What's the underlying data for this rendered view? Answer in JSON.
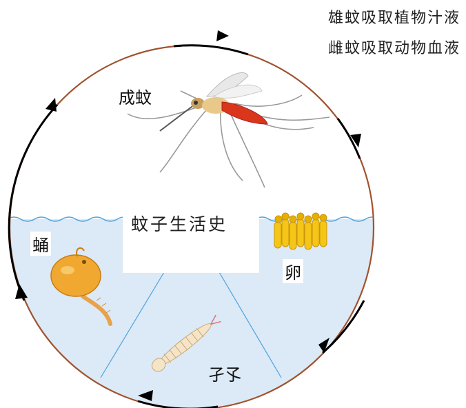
{
  "notes": {
    "male": "雄蚊吸取植物汁液",
    "female": "雌蚊吸取动物血液"
  },
  "title": "蚊子生活史",
  "stages": {
    "adult": "成蚊",
    "egg": "卵",
    "larva": "孑孓",
    "pupa": "蛹"
  },
  "colors": {
    "circle_outline": "#a0522d",
    "water": "#dce9f6",
    "water_line": "#4aa3df",
    "arrow": "#000000",
    "adult_abdomen": "#d9361c",
    "pupa": "#f0a830",
    "egg": "#f5c518",
    "larva": "#f4e4c8"
  }
}
